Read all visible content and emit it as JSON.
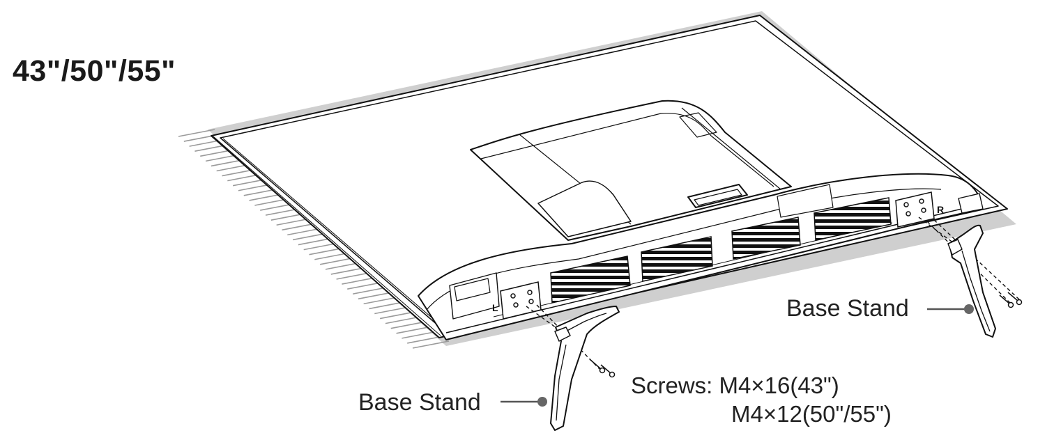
{
  "title": "43\"/50\"/55\"",
  "callouts": {
    "base_stand_right": "Base Stand",
    "base_stand_left": "Base Stand"
  },
  "screws": {
    "label": "Screws:",
    "line1": "M4×16(43\")",
    "line2": "M4×12(50\"/55\")"
  },
  "stand_marks": {
    "left": "L",
    "right": "R"
  }
}
